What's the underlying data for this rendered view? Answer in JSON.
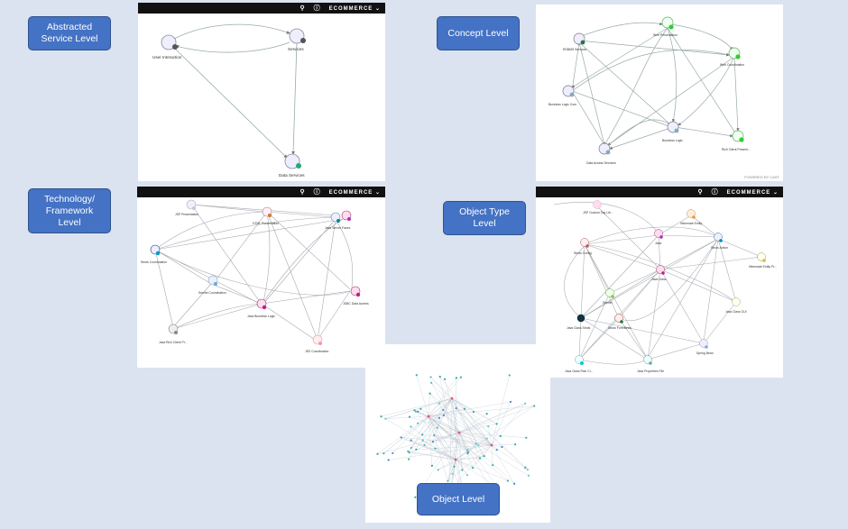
{
  "levels": {
    "abstracted": "Abstracted\nService Level",
    "concept": "Concept  Level",
    "technology": "Technology/\nFramework\nLevel",
    "object_type": "Object Type\nLevel",
    "object": "Object Level"
  },
  "toolbar": {
    "brand": "ECOMMERCE"
  },
  "abstracted_panel": {
    "nodes": {
      "user_interaction": "User Interaction",
      "services": "Services",
      "data_services": "Data Services"
    }
  },
  "concept_panel": {
    "nodes": {
      "rdbms": "RDBMS Services",
      "web_presentation": "Web Presentation",
      "web_coordination": "Web Coordination",
      "business_logic_core": "Business Logic Core",
      "business_logic": "Business Logic",
      "rich_client": "Rich Client Present...",
      "data_access": "Data Access Services"
    },
    "powered_by": "POWERED BY CAST"
  },
  "technology_panel": {
    "nodes": {
      "jsp": "JSP Presentation",
      "html": "HTML Presentation",
      "java_server": "Java Server Faces",
      "struts": "Struts Coordination",
      "servlet": "Servlet Coordination",
      "java_business": "Java Business Logic",
      "jdbc": "JDBC Data Access",
      "java_rich": "Java Rich Client Pr...",
      "jee": "JEE Coordination"
    }
  },
  "object_type_panel": {
    "nodes": {
      "jsp_tag": "JSP Custom Tag Lib...",
      "hibernate_entity": "Hibernate Entity",
      "struts_action": "Struts Action",
      "hibernate_entity_p": "Hibernate Entity Pr...",
      "java": "Java",
      "struts_config": "Struts Config",
      "java_class": "Java Class",
      "servlet": "Servlet",
      "java_class_struts": "Java Class Struts",
      "struts_form": "Struts FormBean",
      "java_class_gui": "Java Class GUI",
      "spring_bean": "Spring Bean",
      "java_class_rich": "Java Class Rich Cl...",
      "java_properties": "Java Properties File"
    }
  },
  "colors": {
    "label_fill": "#4472c4",
    "label_border": "#2f528f",
    "background": "#dbe3f1",
    "toolbar": "#111111"
  }
}
